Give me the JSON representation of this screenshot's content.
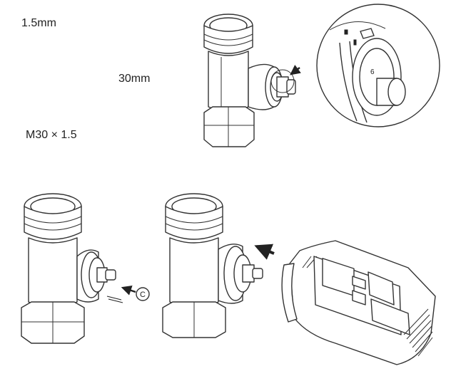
{
  "labels": {
    "pitch": "1.5mm",
    "length": "30mm",
    "thread": "M30 × 1.5"
  },
  "detail": {
    "number": "6"
  },
  "callout": {
    "letter": "C"
  },
  "colors": {
    "line": "#333333",
    "background": "#ffffff"
  }
}
